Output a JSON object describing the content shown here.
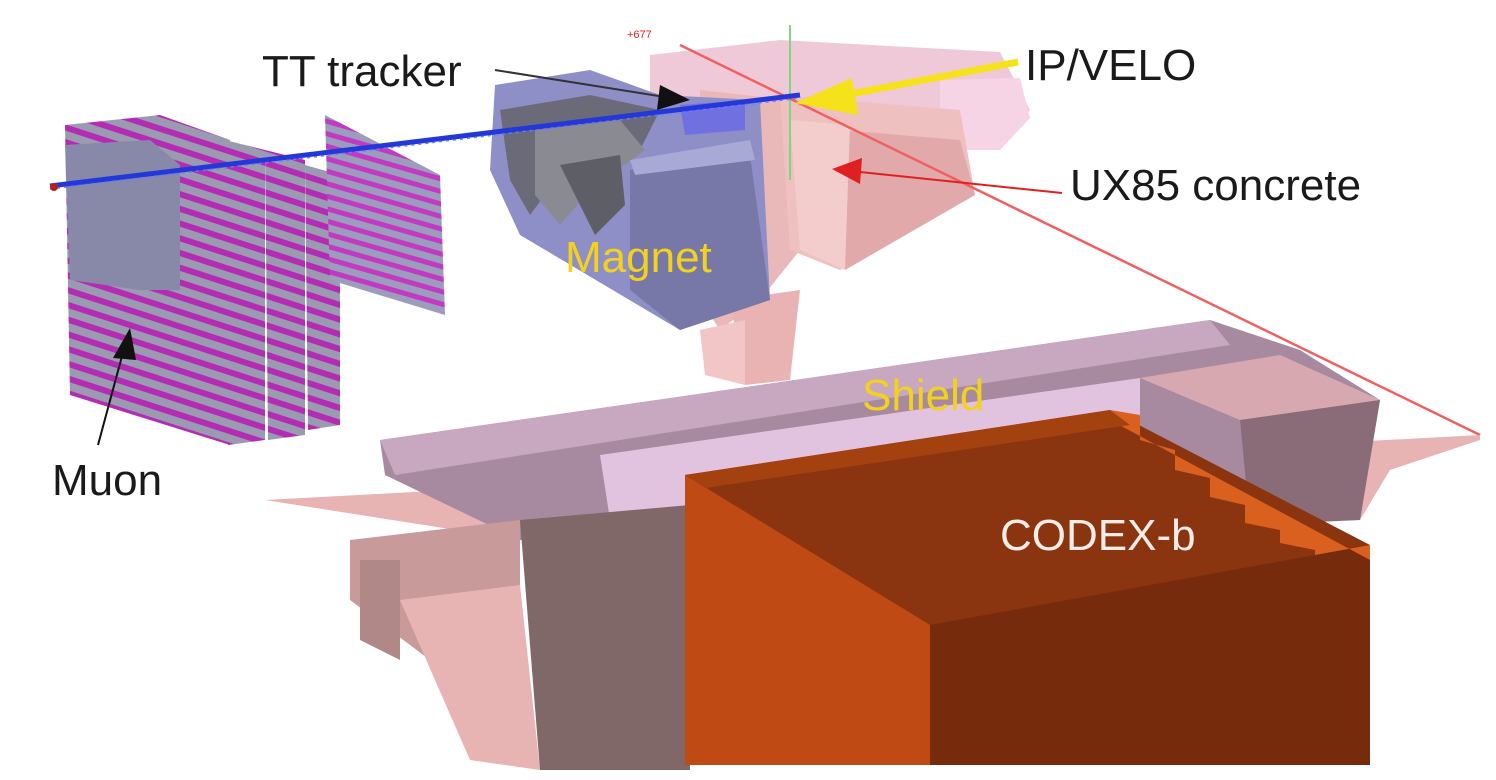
{
  "labels": {
    "tt_tracker": "TT tracker",
    "ip_velo": "IP/VELO",
    "ux85": "UX85 concrete",
    "magnet": "Magnet",
    "muon": "Muon",
    "shield": "Shield",
    "codex": "CODEX-b",
    "tiny_marker": "+677"
  },
  "colors": {
    "label_dark": "#1a1a1a",
    "label_yellow": "#f2d21b",
    "label_white": "#f4ece6",
    "beamline": "#2438d8",
    "cavern_pink": "#e7b7b7",
    "magnet_blue": "#8f8fc8",
    "muon_magenta": "#b42bb4",
    "shield_mauve": "#a88aa0",
    "codex_orange": "#a8400f",
    "arrow_red": "#e02020",
    "arrow_yellow": "#f5e21a"
  }
}
